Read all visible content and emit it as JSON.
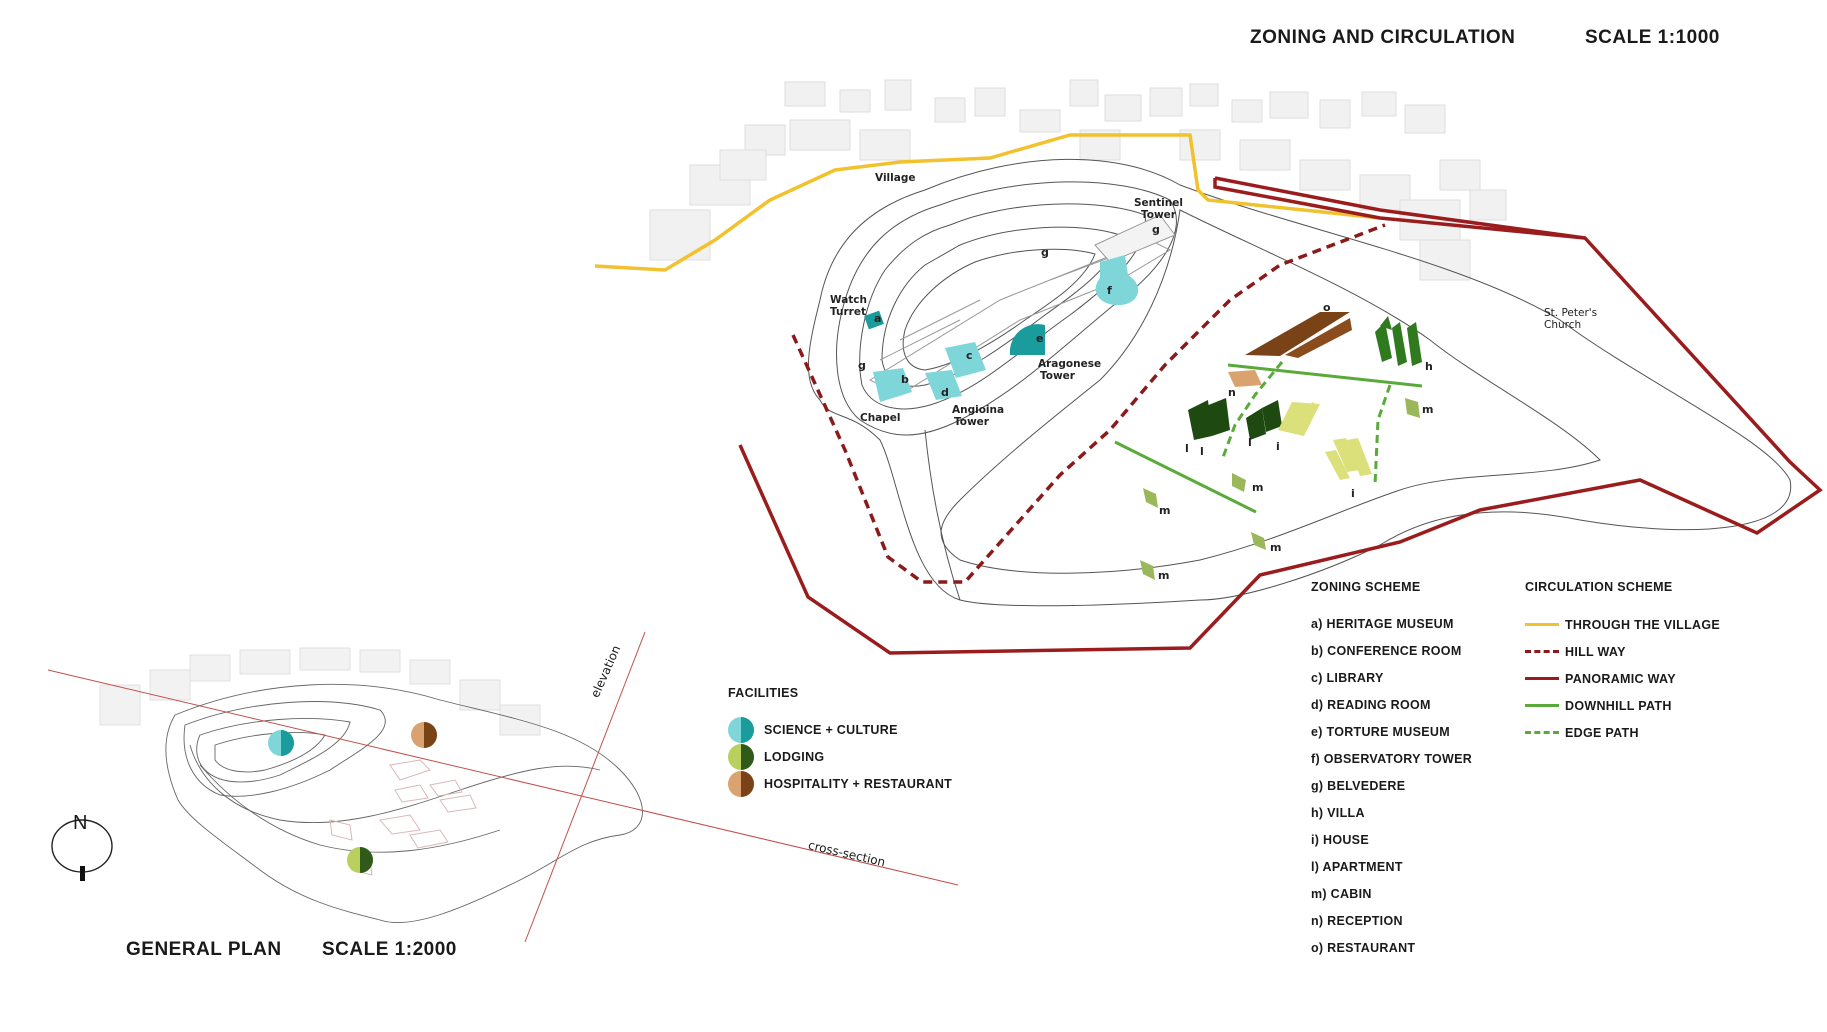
{
  "header": {
    "title": "ZONING AND CIRCULATION",
    "scale": "SCALE 1:1000"
  },
  "general_plan": {
    "title": "GENERAL PLAN",
    "scale": "SCALE 1:2000",
    "north": "N",
    "elevation_label": "elevation",
    "section_label": "cross-section"
  },
  "map_labels": {
    "village": "Village",
    "sentinel_tower": [
      "Sentinel",
      "Tower"
    ],
    "watch_turret": [
      "Watch",
      "Turret"
    ],
    "chapel": "Chapel",
    "angioina_tower": [
      "Angioina",
      "Tower"
    ],
    "aragonese_tower": [
      "Aragonese",
      "Tower"
    ],
    "st_peters_church": [
      "St. Peter's",
      "Church"
    ],
    "letters": [
      "a",
      "b",
      "c",
      "d",
      "e",
      "f",
      "g",
      "h",
      "i",
      "l",
      "m",
      "n",
      "o"
    ]
  },
  "facilities": {
    "heading": "FACILITIES",
    "items": [
      {
        "label": "SCIENCE + CULTURE",
        "colors": [
          "#7fd6d9",
          "#1a9b9c"
        ]
      },
      {
        "label": "LODGING",
        "colors": [
          "#b9cf5e",
          "#2f5a1a"
        ]
      },
      {
        "label": "HOSPITALITY + RESTAURANT",
        "colors": [
          "#d9a26e",
          "#7a4217"
        ]
      }
    ]
  },
  "zoning": {
    "heading": "ZONING SCHEME",
    "items": [
      "a) HERITAGE MUSEUM",
      "b) CONFERENCE ROOM",
      "c) LIBRARY",
      "d) READING ROOM",
      "e) TORTURE MUSEUM",
      "f) OBSERVATORY TOWER",
      "g) BELVEDERE",
      "h) VILLA",
      "i) HOUSE",
      "l) APARTMENT",
      "m) CABIN",
      "n) RECEPTION",
      "o) RESTAURANT"
    ]
  },
  "circulation": {
    "heading": "CIRCULATION SCHEME",
    "items": [
      {
        "label": "THROUGH THE VILLAGE",
        "color": "#f2c12e",
        "style": "solid"
      },
      {
        "label": "HILL WAY",
        "color": "#8b1a1a",
        "style": "dashed"
      },
      {
        "label": "PANORAMIC WAY",
        "color": "#9b1c1c",
        "style": "solid"
      },
      {
        "label": "DOWNHILL PATH",
        "color": "#5aaa3a",
        "style": "solid"
      },
      {
        "label": "EDGE PATH",
        "color": "#5aaa3a",
        "style": "dashed"
      }
    ]
  },
  "colors": {
    "science": "#7fd6d9",
    "science_dark": "#1a9b9c",
    "restaurant": "#7a4217",
    "reception": "#d9a26e",
    "villa": "#2f7a1e",
    "apartment": "#1e4a12",
    "house": "#dbe07a",
    "cabin": "#9ab85a"
  }
}
